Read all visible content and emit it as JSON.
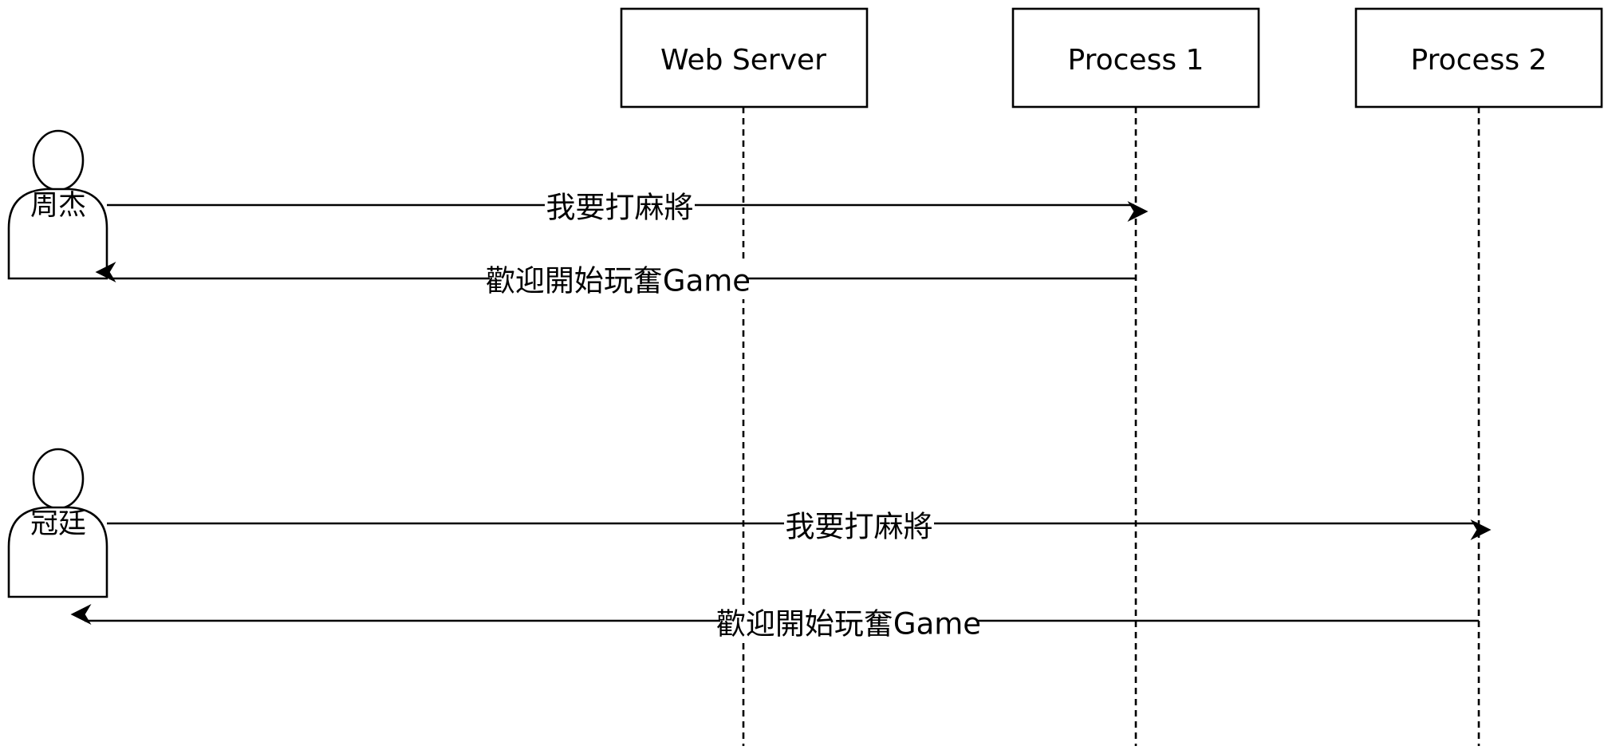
{
  "diagram": {
    "lifelines": [
      {
        "id": "web-server",
        "label": "Web Server"
      },
      {
        "id": "process-1",
        "label": "Process 1"
      },
      {
        "id": "process-2",
        "label": "Process 2"
      }
    ],
    "actors": [
      {
        "id": "actor-1",
        "label": "周杰"
      },
      {
        "id": "actor-2",
        "label": "冠廷"
      }
    ],
    "messages": [
      {
        "from": "actor-1",
        "to": "process-1",
        "label": "我要打麻將"
      },
      {
        "from": "process-1",
        "to": "actor-1",
        "label": "歡迎開始玩奮Game"
      },
      {
        "from": "actor-2",
        "to": "process-2",
        "label": "我要打麻將"
      },
      {
        "from": "process-2",
        "to": "actor-2",
        "label": "歡迎開始玩奮Game"
      }
    ]
  }
}
